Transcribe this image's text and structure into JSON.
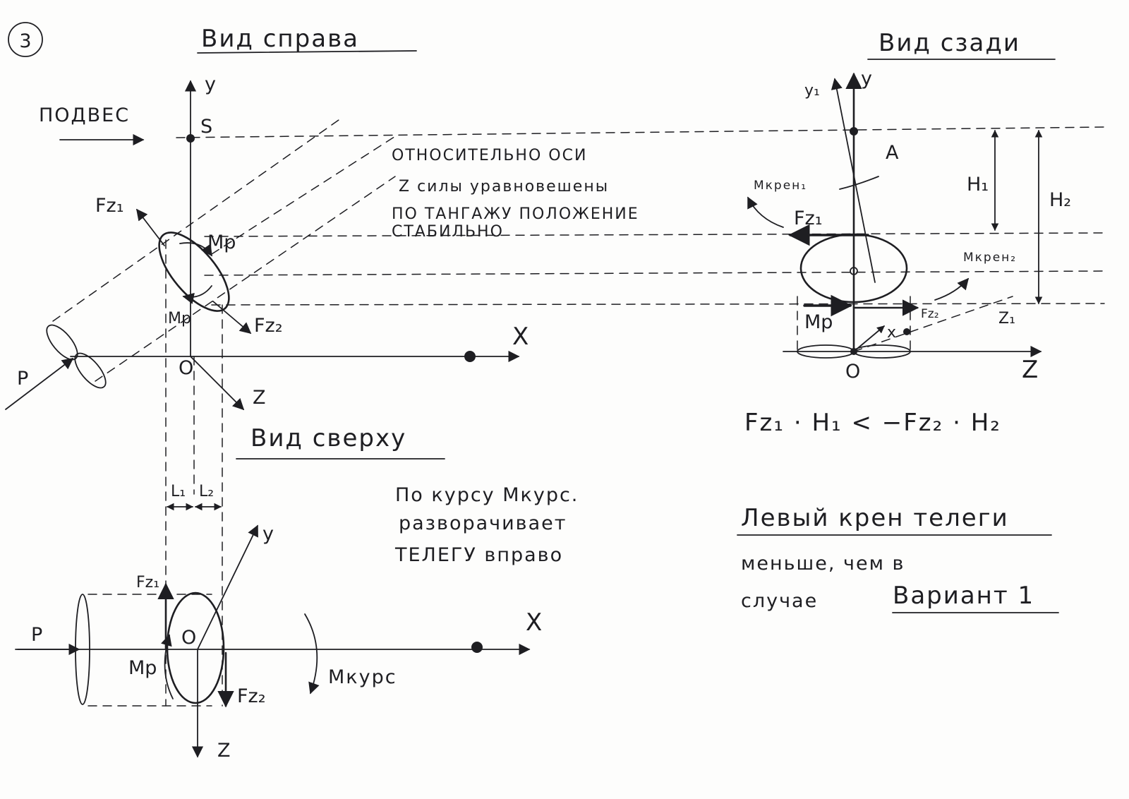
{
  "sheet_number": "3",
  "right_view": {
    "title": "Вид справа",
    "suspension_label": "ПОДВЕС",
    "axis_y": "y",
    "axis_x": "X",
    "axis_z": "Z",
    "point_s": "S",
    "origin": "O",
    "force_p": "P",
    "force_fz1": "Fz₁",
    "force_fz2": "Fz₂",
    "moment_mp_top": "Mp",
    "moment_mp_bottom": "Mp",
    "note_line1": "ОТНОСИТЕЛЬНО ОСИ",
    "note_line2": "Z силы уравновешены",
    "note_line3": "ПО ТАНГАЖУ ПОЛОЖЕНИЕ",
    "note_line4": "СТАБИЛЬНО"
  },
  "rear_view": {
    "title": "Вид сзади",
    "axis_y": "y",
    "axis_y1": "y₁",
    "point_a": "A",
    "h1": "H₁",
    "h2": "H₂",
    "m_kren1": "Mкрен₁",
    "m_kren2": "Mкрен₂",
    "force_fz1": "Fz₁",
    "force_fz2": "Fz₂",
    "moment_mp": "Mp",
    "axis_x": "x",
    "axis_z": "Z",
    "axis_z1": "Z₁",
    "origin": "O",
    "formula": "Fz₁ · H₁ < −Fz₂ · H₂"
  },
  "top_view": {
    "title": "Вид сверху",
    "l1": "L₁",
    "l2": "L₂",
    "axis_y": "y",
    "axis_x": "X",
    "axis_z": "Z",
    "force_p": "P",
    "force_fz1": "Fz₁",
    "force_fz2": "Fz₂",
    "moment_mp": "Mp",
    "origin": "O",
    "m_kurs": "Mкурс",
    "note_line1": "По курсу Mкурс.",
    "note_line2": "разворачивает",
    "note_line3": "ТЕЛЕГУ вправо"
  },
  "conclusion": {
    "line1": "Левый крен телеги",
    "line2": "меньше, чем    в",
    "line3": "случае",
    "variant": "Вариант 1"
  }
}
